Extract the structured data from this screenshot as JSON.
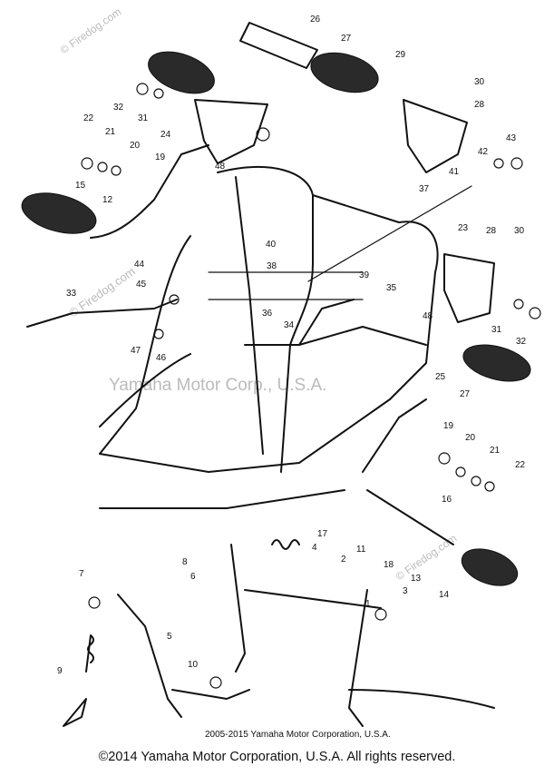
{
  "copyright": "©2014 Yamaha Motor Corporation, U.S.A. All rights reserved.",
  "inner_copyright": "2005-2015 Yamaha Motor Corporation, U.S.A.",
  "watermarks": {
    "firedog": "© Firedog.com",
    "yamaha": "Yamaha Motor Corp., U.S.A."
  },
  "callouts": [
    "1",
    "2",
    "3",
    "4",
    "5",
    "6",
    "7",
    "8",
    "9",
    "10",
    "11",
    "12",
    "13",
    "14",
    "15",
    "16",
    "17",
    "18",
    "19",
    "20",
    "21",
    "22",
    "23",
    "24",
    "25",
    "26",
    "27",
    "28",
    "29",
    "30",
    "31",
    "32",
    "33",
    "34",
    "35",
    "36",
    "37",
    "38",
    "39",
    "40",
    "41",
    "42",
    "43",
    "44",
    "45",
    "46",
    "47",
    "48"
  ],
  "colors": {
    "ink": "#111111",
    "watermark": "#bbbbbb",
    "background": "#ffffff"
  }
}
